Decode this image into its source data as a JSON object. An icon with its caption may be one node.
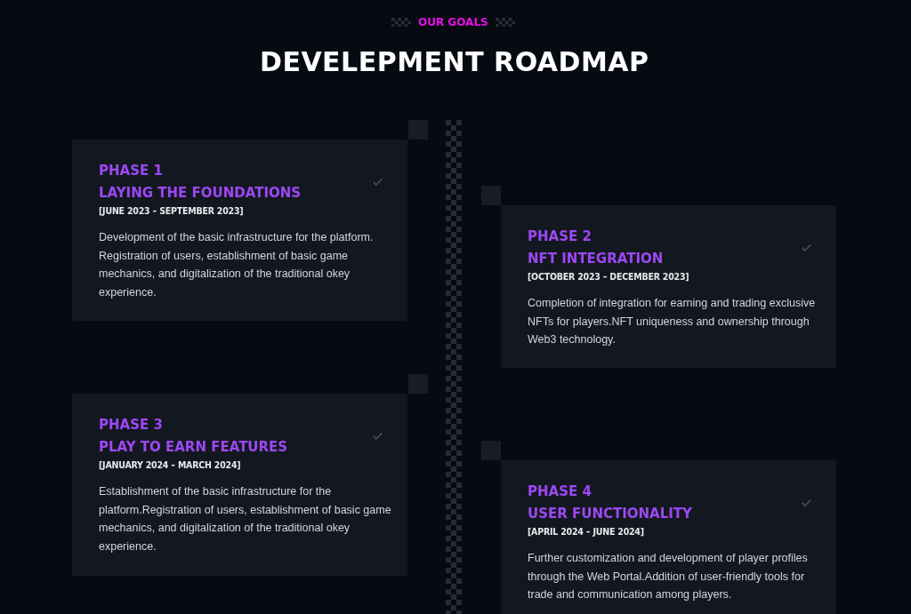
{
  "diagram": {
    "title": "DEVELEPMENT ROADMAP",
    "nodes": [
      {
        "text": [
          "PHASE 1",
          "LAYING THE FOUNDATIONS",
          "[JUNE 2023 – SEPTEMBER 2023]",
          "Development of the basic infrastructure for the platform. Registration of users, establishment of basic game mechanics, and digitalization of the traditional okey experience."
        ]
      },
      {
        "text": [
          "PHASE 2",
          "NFT INTEGRATION",
          "[OCTOBER 2023 – DECEMBER 2023]",
          "Completion of integration for earning and trading exclusive NFTs for players.NFT uniqueness and ownership through Web3 technology."
        ]
      },
      {
        "text": [
          "PHASE 3",
          "PLAY TO EARN FEATURES",
          "[JANUARY 2024 – MARCH 2024]",
          "Establishment of the basic infrastructure for the platform.Registration of users, establishment of basic game mechanics, and digitalization of the traditional okey experience."
        ]
      },
      {
        "text": [
          "PHASE 4",
          "USER FUNCTIONALITY",
          "[APRIL 2024 – JUNE 2024]",
          "Further customization and development of player profiles through the Web Portal.Addition of user-friendly tools for trade and communication among players."
        ]
      }
    ],
    "labels": [
      "OUR GOALS"
    ]
  }
}
